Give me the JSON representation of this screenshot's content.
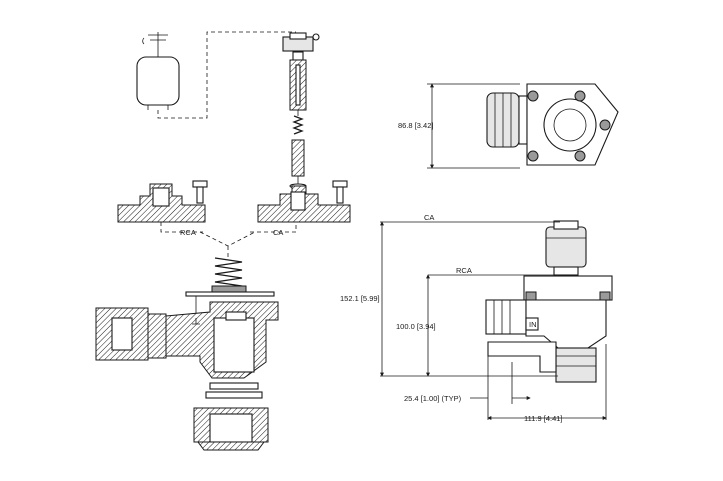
{
  "labels": {
    "rca_left": "RCA",
    "ca_left": "CA",
    "dim_side_view": "86.8 [3.42]",
    "ca_right": "CA",
    "rca_right": "RCA",
    "dim_height": "152.1 [5.99]",
    "dim_mid_height": "100.0 [3.94]",
    "dim_port": "25.4 [1.00] (TYP)",
    "dim_width": "111.9 [4.41]",
    "inlet_marker": "IN"
  }
}
